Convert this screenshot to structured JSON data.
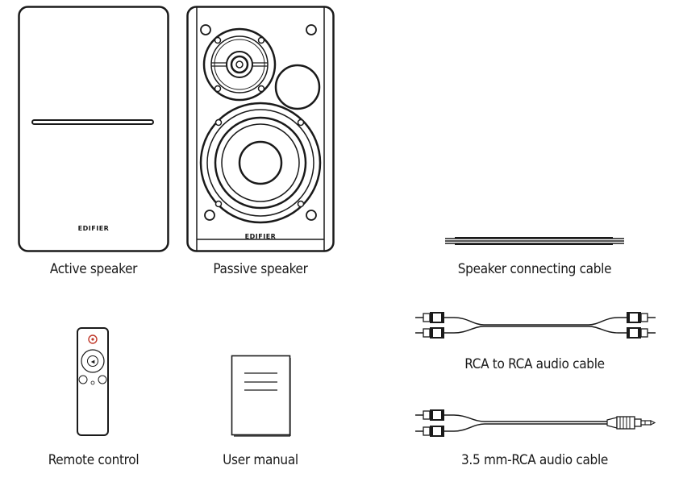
{
  "items": {
    "active_speaker": {
      "label": "Active speaker",
      "brand": "EDIFIER"
    },
    "passive_speaker": {
      "label": "Passive speaker",
      "brand": "EDIFIER"
    },
    "speaker_cable": {
      "label": "Speaker connecting cable"
    },
    "remote": {
      "label": "Remote control"
    },
    "manual": {
      "label": "User manual"
    },
    "rca_cable": {
      "label": "RCA to RCA audio cable"
    },
    "aux_cable": {
      "label": "3.5 mm-RCA audio cable"
    }
  }
}
